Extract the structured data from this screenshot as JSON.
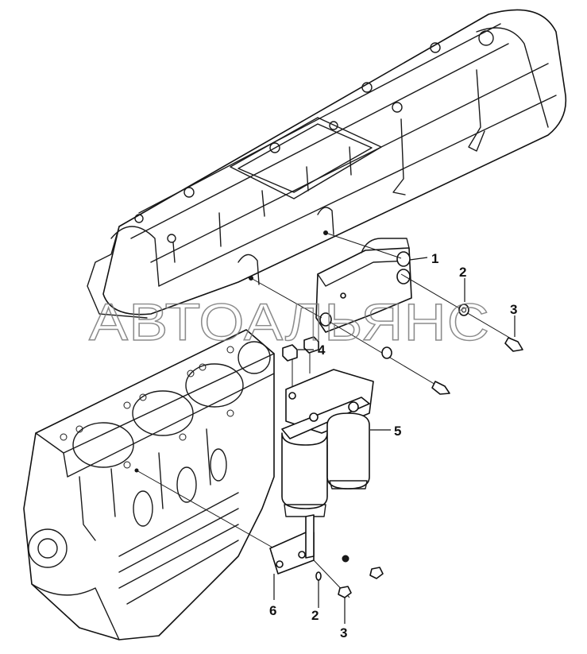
{
  "watermark": "АВТОАЛЬЯНС",
  "callouts": [
    {
      "id": "c1",
      "label": "1"
    },
    {
      "id": "c2a",
      "label": "2"
    },
    {
      "id": "c3a",
      "label": "3"
    },
    {
      "id": "c4",
      "label": "4"
    },
    {
      "id": "c5",
      "label": "5"
    },
    {
      "id": "c6",
      "label": "6"
    },
    {
      "id": "c2b",
      "label": "2"
    },
    {
      "id": "c3b",
      "label": "3"
    }
  ]
}
